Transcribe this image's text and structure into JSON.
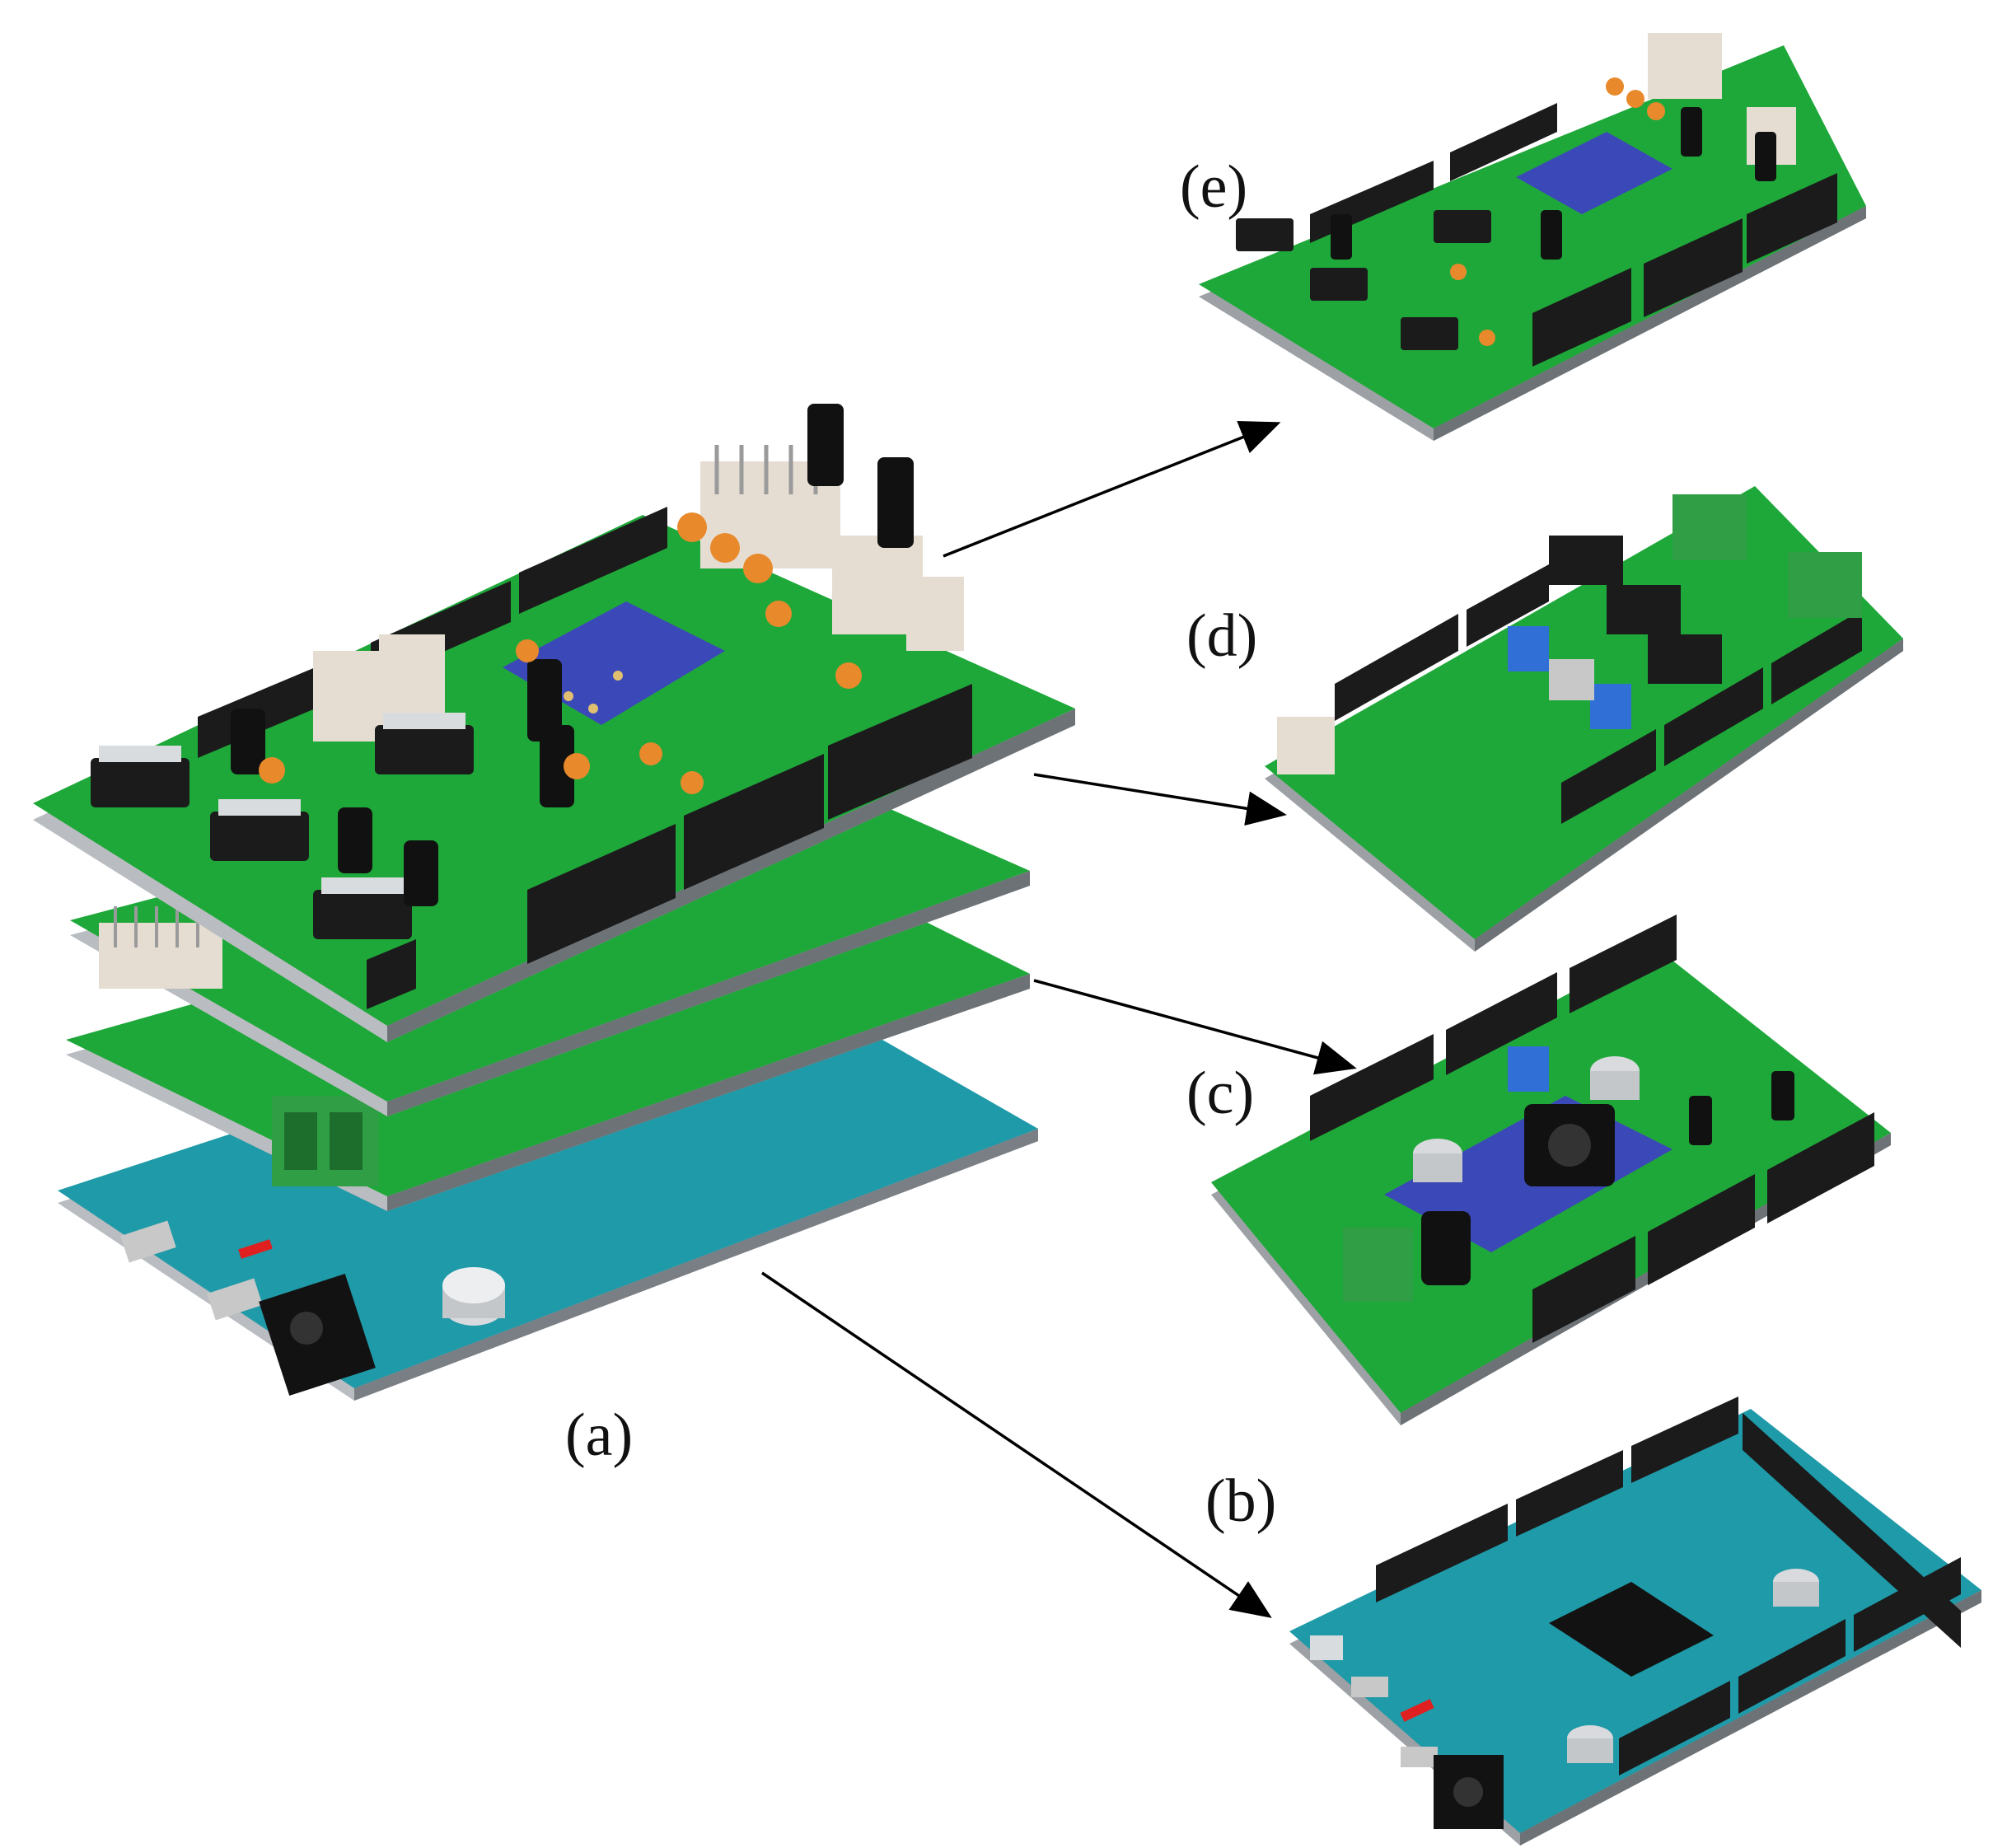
{
  "labels": {
    "a": "(a)",
    "b": "(b)",
    "c": "(c)",
    "d": "(d)",
    "e": "(e)"
  },
  "colors": {
    "pcb_green": "#1fa83a",
    "pcb_green_dark": "#137a26",
    "pcb_teal": "#1f9aa8",
    "pcb_teal_dark": "#136f7a",
    "edge_grey": "#b9bcc0",
    "header_black": "#1b1b1b",
    "connector_white": "#e6ddd2",
    "breakout_blue": "#3b48b8",
    "terminal_green": "#2f9e44",
    "pot_blue": "#2f6fd6",
    "inductor_black": "#111111",
    "arrow": "#000000"
  },
  "components": {
    "a": "stacked-assembly",
    "b": "microcontroller-board",
    "c": "power-shield",
    "d": "driver-shield",
    "e": "sensor-shield"
  }
}
